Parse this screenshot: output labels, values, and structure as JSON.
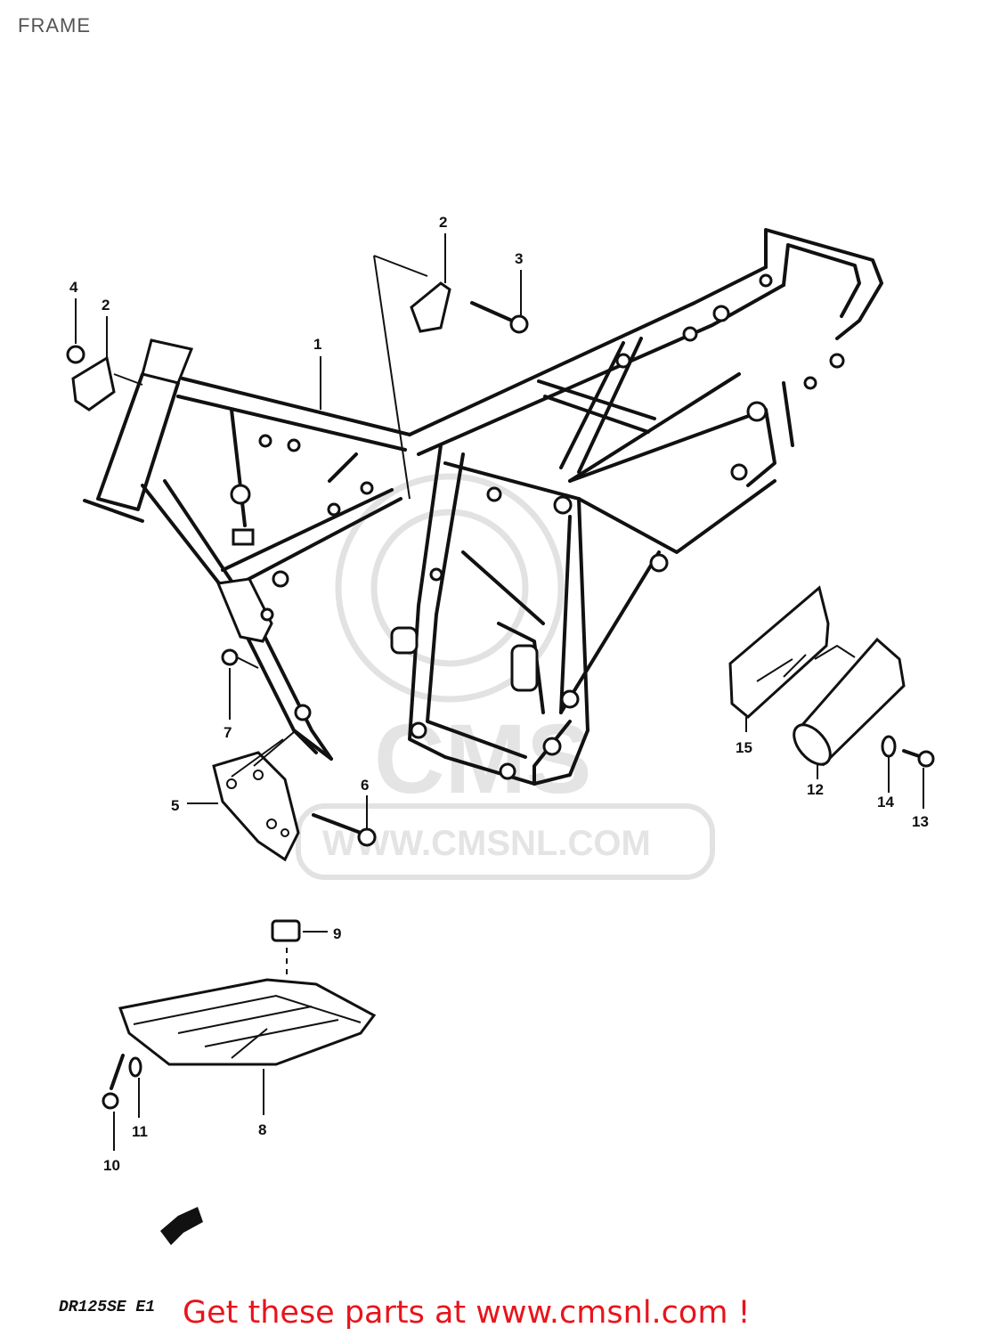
{
  "header": {
    "title": "FRAME"
  },
  "watermark": {
    "text": "WWW.CMSNL.COM",
    "logo": "CMS"
  },
  "parts": [
    {
      "num": "1"
    },
    {
      "num": "2"
    },
    {
      "num": "2"
    },
    {
      "num": "3"
    },
    {
      "num": "4"
    },
    {
      "num": "5"
    },
    {
      "num": "6"
    },
    {
      "num": "7"
    },
    {
      "num": "8"
    },
    {
      "num": "9"
    },
    {
      "num": "10"
    },
    {
      "num": "11"
    },
    {
      "num": "12"
    },
    {
      "num": "13"
    },
    {
      "num": "14"
    },
    {
      "num": "15"
    }
  ],
  "model_code": "DR125SE E1",
  "footer": {
    "text": "Get these parts at www.cmsnl.com !",
    "color": "#e8141c"
  }
}
